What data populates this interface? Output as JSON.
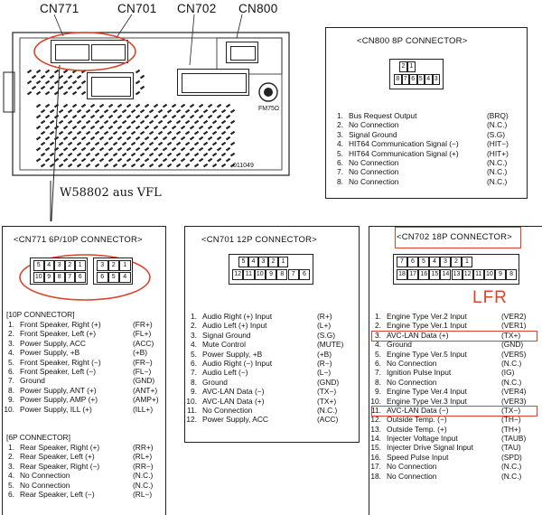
{
  "unit_labels": {
    "cn771": "CN771",
    "cn701": "CN701",
    "cn702": "CN702",
    "cn800": "CN800",
    "fm_label": "FM75Ω",
    "serial": "011049",
    "handwritten": "W58802 aus VFL"
  },
  "cn800": {
    "title": "<CN800 8P CONNECTOR>",
    "top_pins": [
      "2",
      "1"
    ],
    "bottom_pins": [
      "8",
      "7",
      "6",
      "5",
      "4",
      "3"
    ],
    "pins": [
      {
        "n": "1.",
        "desc": "Bus Request Output",
        "code": "(BRQ)"
      },
      {
        "n": "2.",
        "desc": "No Connection",
        "code": "(N.C.)"
      },
      {
        "n": "3.",
        "desc": "Signal Ground",
        "code": "(S.G)"
      },
      {
        "n": "4.",
        "desc": "HIT64 Communication Signal (−)",
        "code": "(HIT−)"
      },
      {
        "n": "5.",
        "desc": "HIT64 Communication Signal (+)",
        "code": "(HIT+)"
      },
      {
        "n": "6.",
        "desc": "No Connection",
        "code": "(N.C.)"
      },
      {
        "n": "7.",
        "desc": "No Connection",
        "code": "(N.C.)"
      },
      {
        "n": "8.",
        "desc": "No Connection",
        "code": "(N.C.)"
      }
    ]
  },
  "cn771": {
    "title": "<CN771 6P/10P CONNECTOR>",
    "left_top": [
      "5",
      "4",
      "3",
      "2",
      "1"
    ],
    "left_bottom": [
      "10",
      "9",
      "8",
      "7",
      "6"
    ],
    "right_top": [
      "3",
      "2",
      "1"
    ],
    "right_bottom": [
      "6",
      "5",
      "4"
    ],
    "section_10p": "[10P CONNECTOR]",
    "pins_10p": [
      {
        "n": "1.",
        "desc": "Front Speaker, Right (+)",
        "code": "(FR+)"
      },
      {
        "n": "2.",
        "desc": "Front Speaker, Left (+)",
        "code": "(FL+)"
      },
      {
        "n": "3.",
        "desc": "Power Supply, ACC",
        "code": "(ACC)"
      },
      {
        "n": "4.",
        "desc": "Power Supply, +B",
        "code": "(+B)"
      },
      {
        "n": "5.",
        "desc": "Front Speaker, Right (−)",
        "code": "(FR−)"
      },
      {
        "n": "6.",
        "desc": "Front Speaker, Left (−)",
        "code": "(FL−)"
      },
      {
        "n": "7.",
        "desc": "Ground",
        "code": "(GND)"
      },
      {
        "n": "8.",
        "desc": "Power Supply, ANT (+)",
        "code": "(ANT+)"
      },
      {
        "n": "9.",
        "desc": "Power Supply, AMP (+)",
        "code": "(AMP+)"
      },
      {
        "n": "10.",
        "desc": "Power Supply, ILL (+)",
        "code": "(ILL+)"
      }
    ],
    "section_6p": "[6P CONNECTOR]",
    "pins_6p": [
      {
        "n": "1.",
        "desc": "Rear Speaker, Right (+)",
        "code": "(RR+)"
      },
      {
        "n": "2.",
        "desc": "Rear Speaker, Left (+)",
        "code": "(RL+)"
      },
      {
        "n": "3.",
        "desc": "Rear Speaker, Right (−)",
        "code": "(RR−)"
      },
      {
        "n": "4.",
        "desc": "No Connection",
        "code": "(N.C.)"
      },
      {
        "n": "5.",
        "desc": "No Connection",
        "code": "(N.C.)"
      },
      {
        "n": "6.",
        "desc": "Rear Speaker, Left (−)",
        "code": "(RL−)"
      }
    ]
  },
  "cn701": {
    "title": "<CN701 12P CONNECTOR>",
    "top_pins": [
      "5",
      "4",
      "3",
      "2",
      "1"
    ],
    "bottom_pins": [
      "12",
      "11",
      "10",
      "9",
      "8",
      "7",
      "6"
    ],
    "pins": [
      {
        "n": "1.",
        "desc": "Audio Right (+) Input",
        "code": "(R+)"
      },
      {
        "n": "2.",
        "desc": "Audio Left (+) Input",
        "code": "(L+)"
      },
      {
        "n": "3.",
        "desc": "Signal Ground",
        "code": "(S.G)"
      },
      {
        "n": "4.",
        "desc": "Mute Control",
        "code": "(MUTE)"
      },
      {
        "n": "5.",
        "desc": "Power Supply, +B",
        "code": "(+B)"
      },
      {
        "n": "6.",
        "desc": "Audio Right (−) Input",
        "code": "(R−)"
      },
      {
        "n": "7.",
        "desc": "Audio Left (−)",
        "code": "(L−)"
      },
      {
        "n": "8.",
        "desc": "Ground",
        "code": "(GND)"
      },
      {
        "n": "9.",
        "desc": "AVC-LAN Data (−)",
        "code": "(TX−)"
      },
      {
        "n": "10.",
        "desc": "AVC-LAN Data (+)",
        "code": "(TX+)"
      },
      {
        "n": "11.",
        "desc": "No Connection",
        "code": "(N.C.)"
      },
      {
        "n": "12.",
        "desc": "Power Supply, ACC",
        "code": "(ACC)"
      }
    ]
  },
  "cn702": {
    "title": "<CN702 18P CONNECTOR>",
    "top_pins": [
      "7",
      "6",
      "5",
      "4",
      "3",
      "2",
      "1"
    ],
    "bottom_pins": [
      "18",
      "17",
      "16",
      "15",
      "14",
      "13",
      "12",
      "11",
      "10",
      "9",
      "8"
    ],
    "annotation": "LFR",
    "highlight_color": "#d9442b",
    "pins": [
      {
        "n": "1.",
        "desc": "Engine Type Ver.2 Input",
        "code": "(VER2)"
      },
      {
        "n": "2.",
        "desc": "Engine Type Ver.1 Input",
        "code": "(VER1)"
      },
      {
        "n": "3.",
        "desc": "AVC-LAN Data (+)",
        "code": "(TX+)"
      },
      {
        "n": "4.",
        "desc": "Ground",
        "code": "(GND)"
      },
      {
        "n": "5.",
        "desc": "Engine Type Ver.5 Input",
        "code": "(VER5)"
      },
      {
        "n": "6.",
        "desc": "No Connection",
        "code": "(N.C.)"
      },
      {
        "n": "7.",
        "desc": "Ignition Pulse Input",
        "code": "(IG)"
      },
      {
        "n": "8.",
        "desc": "No Connection",
        "code": "(N.C.)"
      },
      {
        "n": "9.",
        "desc": "Engine Type Ver.4 Input",
        "code": "(VER4)"
      },
      {
        "n": "10.",
        "desc": "Engine Type Ver.3 Input",
        "code": "(VER3)"
      },
      {
        "n": "11.",
        "desc": "AVC-LAN Data (−)",
        "code": "(TX−)"
      },
      {
        "n": "12.",
        "desc": "Outside Temp. (−)",
        "code": "(TH−)"
      },
      {
        "n": "13.",
        "desc": "Outside Temp. (+)",
        "code": "(TH+)"
      },
      {
        "n": "14.",
        "desc": "Injecter Voltage Input",
        "code": "(TAUB)"
      },
      {
        "n": "15.",
        "desc": "Injecter Drive Signal Input",
        "code": "(TAU)"
      },
      {
        "n": "16.",
        "desc": "Speed Pulse Input",
        "code": "(SPD)"
      },
      {
        "n": "17.",
        "desc": "No Connection",
        "code": "(N.C.)"
      },
      {
        "n": "18.",
        "desc": "No Connection",
        "code": "(N.C.)"
      }
    ]
  }
}
